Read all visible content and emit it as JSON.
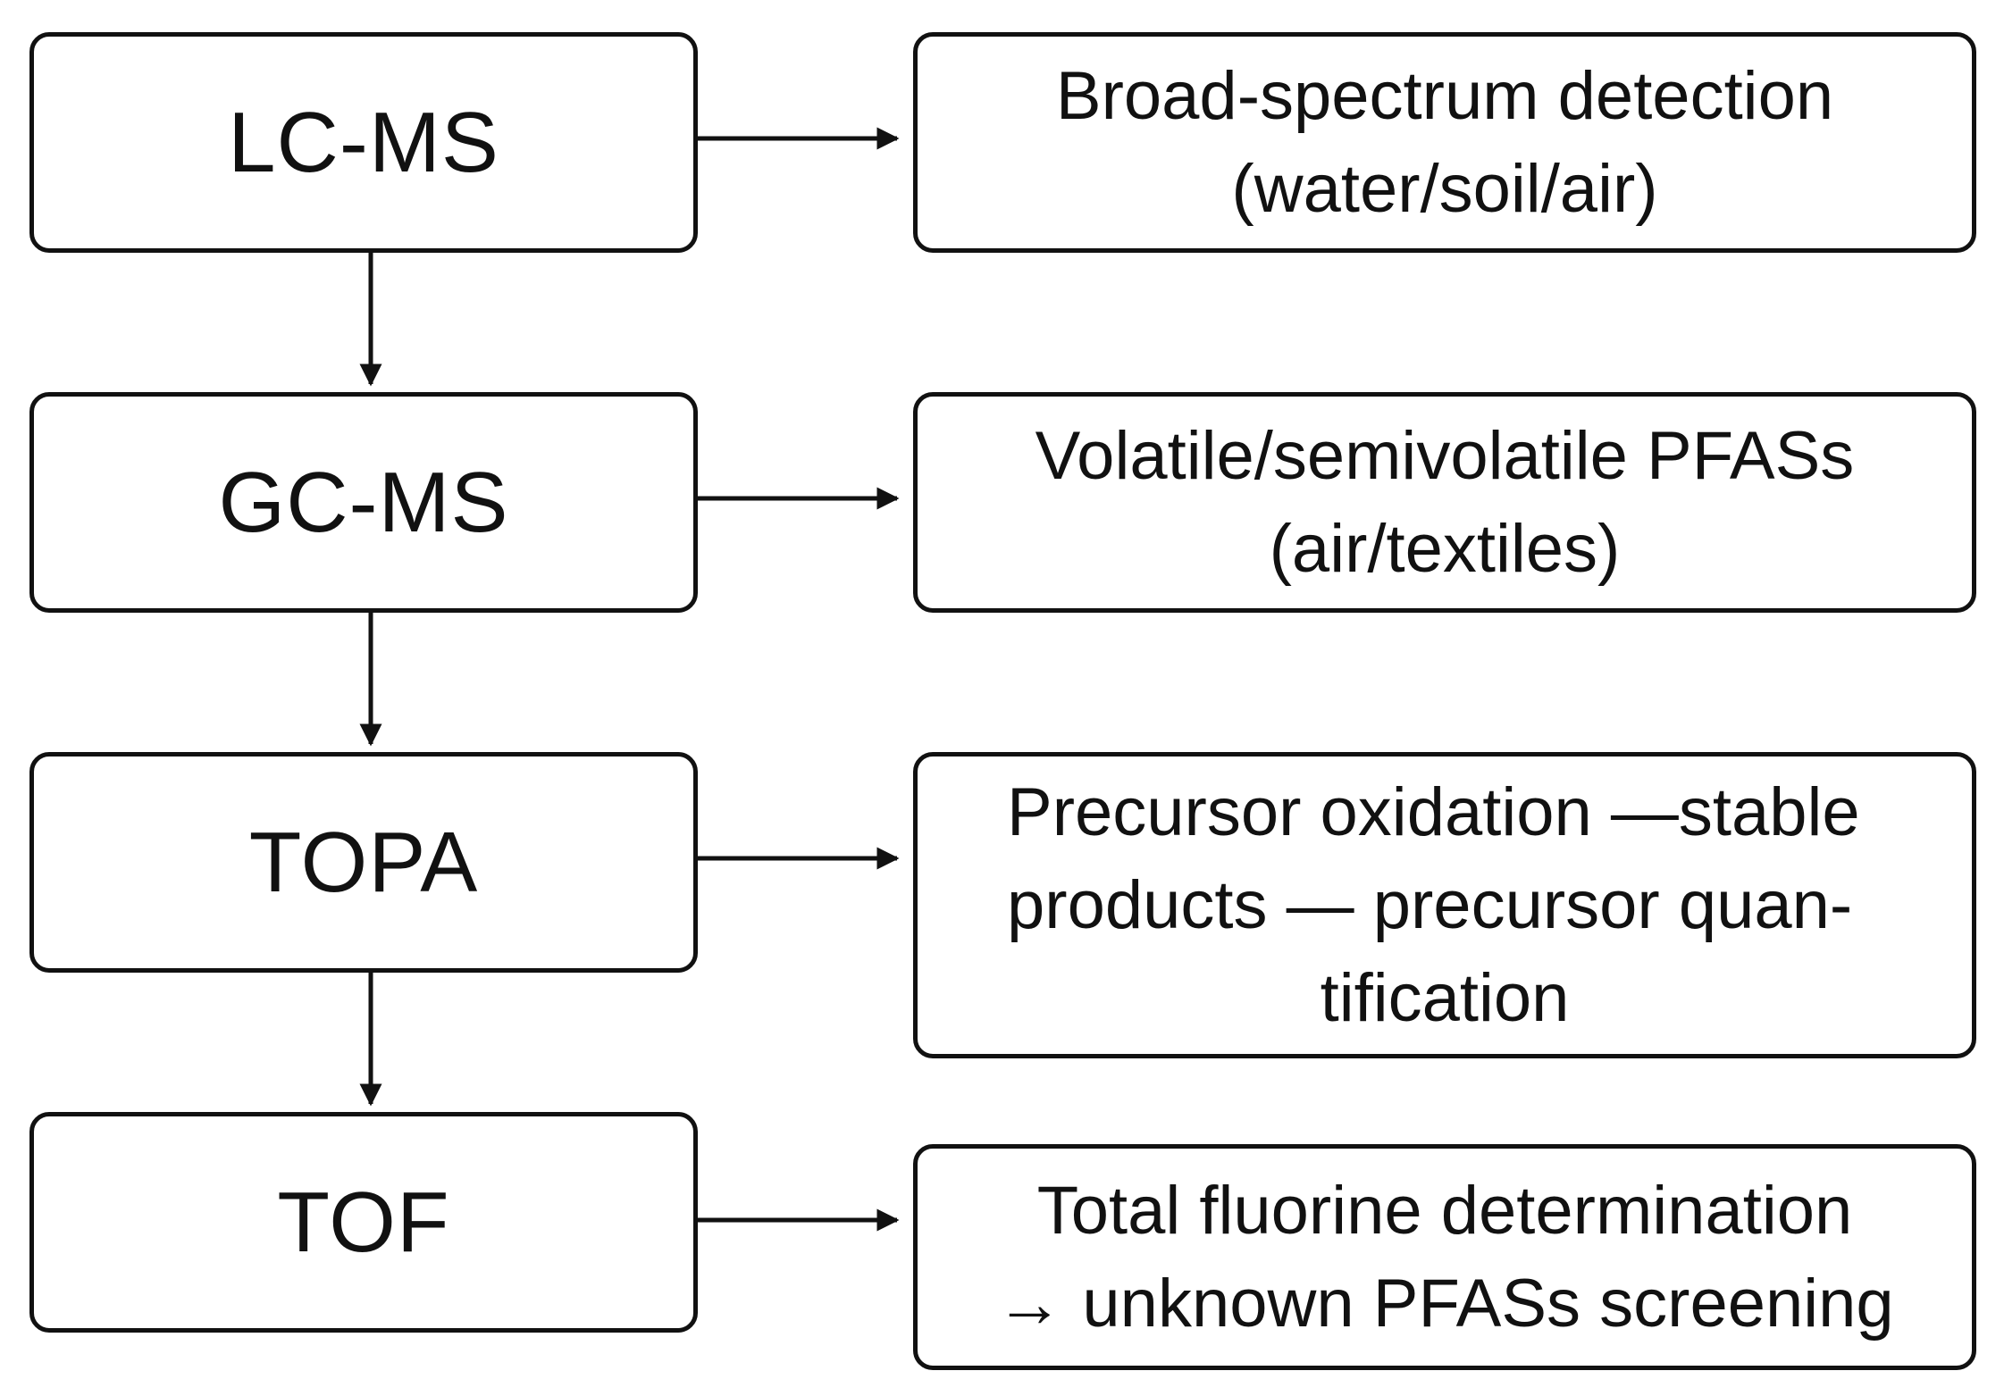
{
  "diagram": {
    "methods": [
      {
        "id": "lcms",
        "label": "LC-MS"
      },
      {
        "id": "gcms",
        "label": "GC-MS"
      },
      {
        "id": "topa",
        "label": "TOPA"
      },
      {
        "id": "tof",
        "label": "TOF"
      }
    ],
    "applications": [
      {
        "for": "lcms",
        "lines": [
          "Broad-spectrum detection",
          "(water/soil/air)"
        ]
      },
      {
        "for": "gcms",
        "lines": [
          "Volatile/semivolatile PFASs",
          "(air/textiles)"
        ]
      },
      {
        "for": "topa",
        "lines": [
          "Precursor oxidation —stable",
          "products — precursor quan-",
          "tification"
        ]
      },
      {
        "for": "tof",
        "lines": [
          "Total fluorine determination",
          "→ unknown PFASs screening"
        ]
      }
    ],
    "edges": [
      {
        "from": "lcms",
        "to": "gcms"
      },
      {
        "from": "gcms",
        "to": "topa"
      },
      {
        "from": "topa",
        "to": "tof"
      },
      {
        "from": "lcms",
        "to": "app-lcms"
      },
      {
        "from": "gcms",
        "to": "app-gcms"
      },
      {
        "from": "topa",
        "to": "app-topa"
      },
      {
        "from": "tof",
        "to": "app-tof"
      }
    ],
    "colors": {
      "stroke": "#111111",
      "background": "#ffffff"
    }
  }
}
